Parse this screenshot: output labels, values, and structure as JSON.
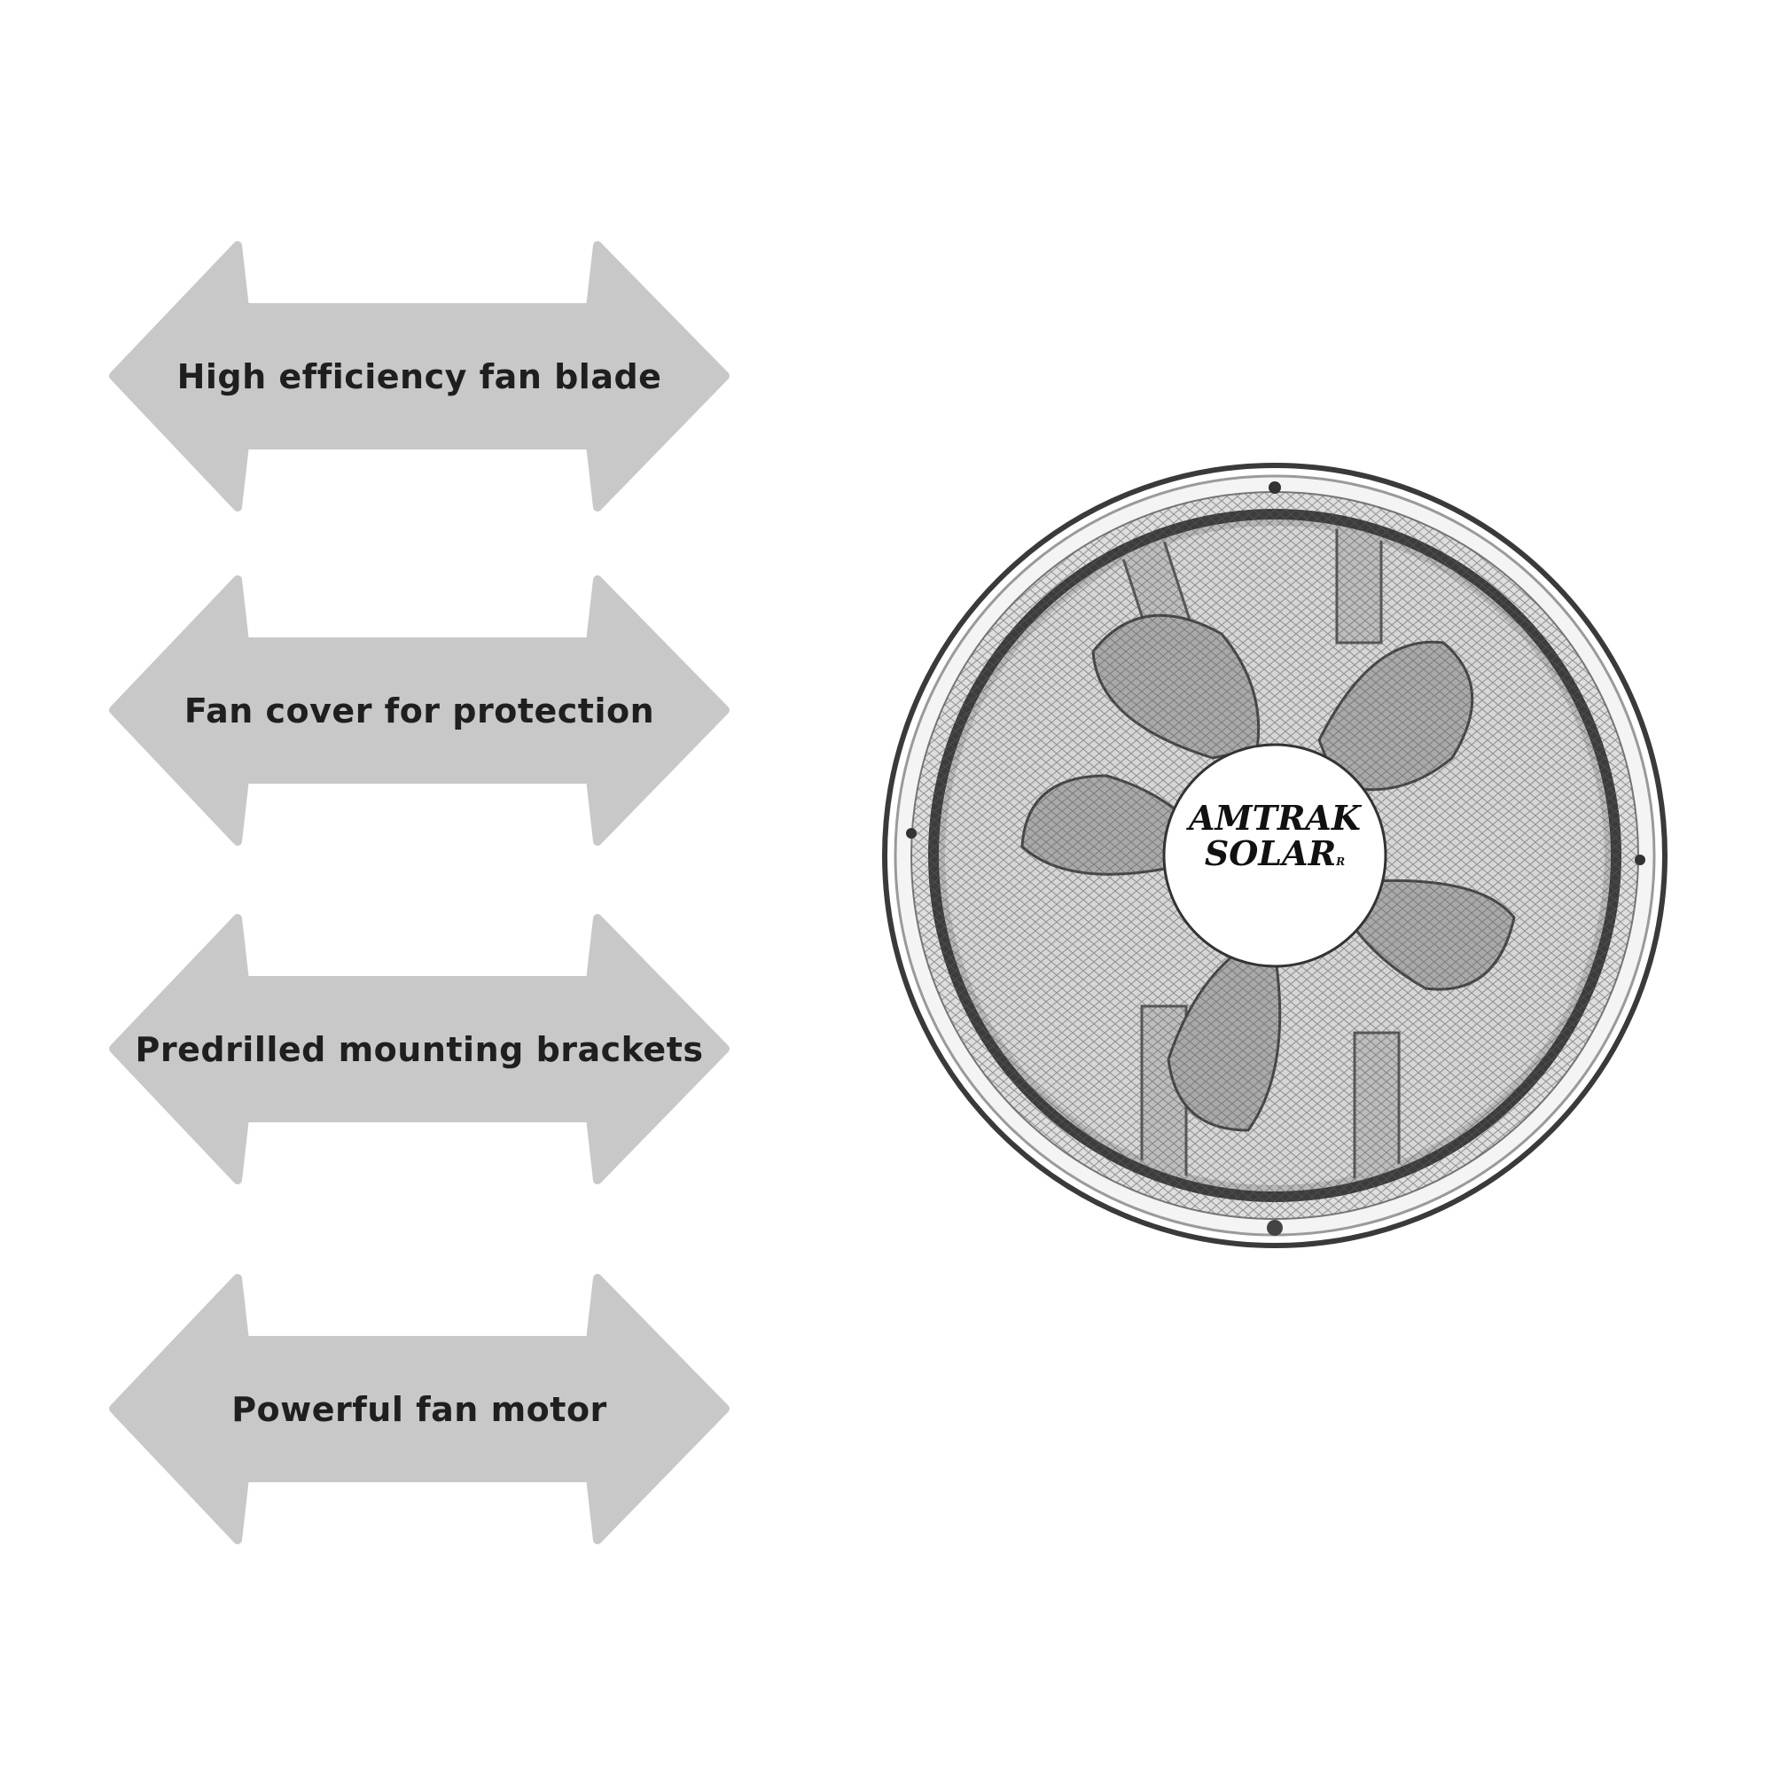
{
  "features": [
    {
      "label": "High efficiency fan blade"
    },
    {
      "label": "Fan cover for protection"
    },
    {
      "label": "Predrilled mounting brackets"
    },
    {
      "label": "Powerful fan motor"
    }
  ],
  "product": {
    "brand_line1": "AMTRAK",
    "brand_line2": "SOLAR",
    "registered_mark": "R"
  },
  "colors": {
    "arrow_fill": "#c8c8c8",
    "background": "#ffffff",
    "text": "#1f1f1f"
  },
  "icons": {
    "arrow": "double-headed-arrow",
    "product": "exhaust-fan"
  }
}
